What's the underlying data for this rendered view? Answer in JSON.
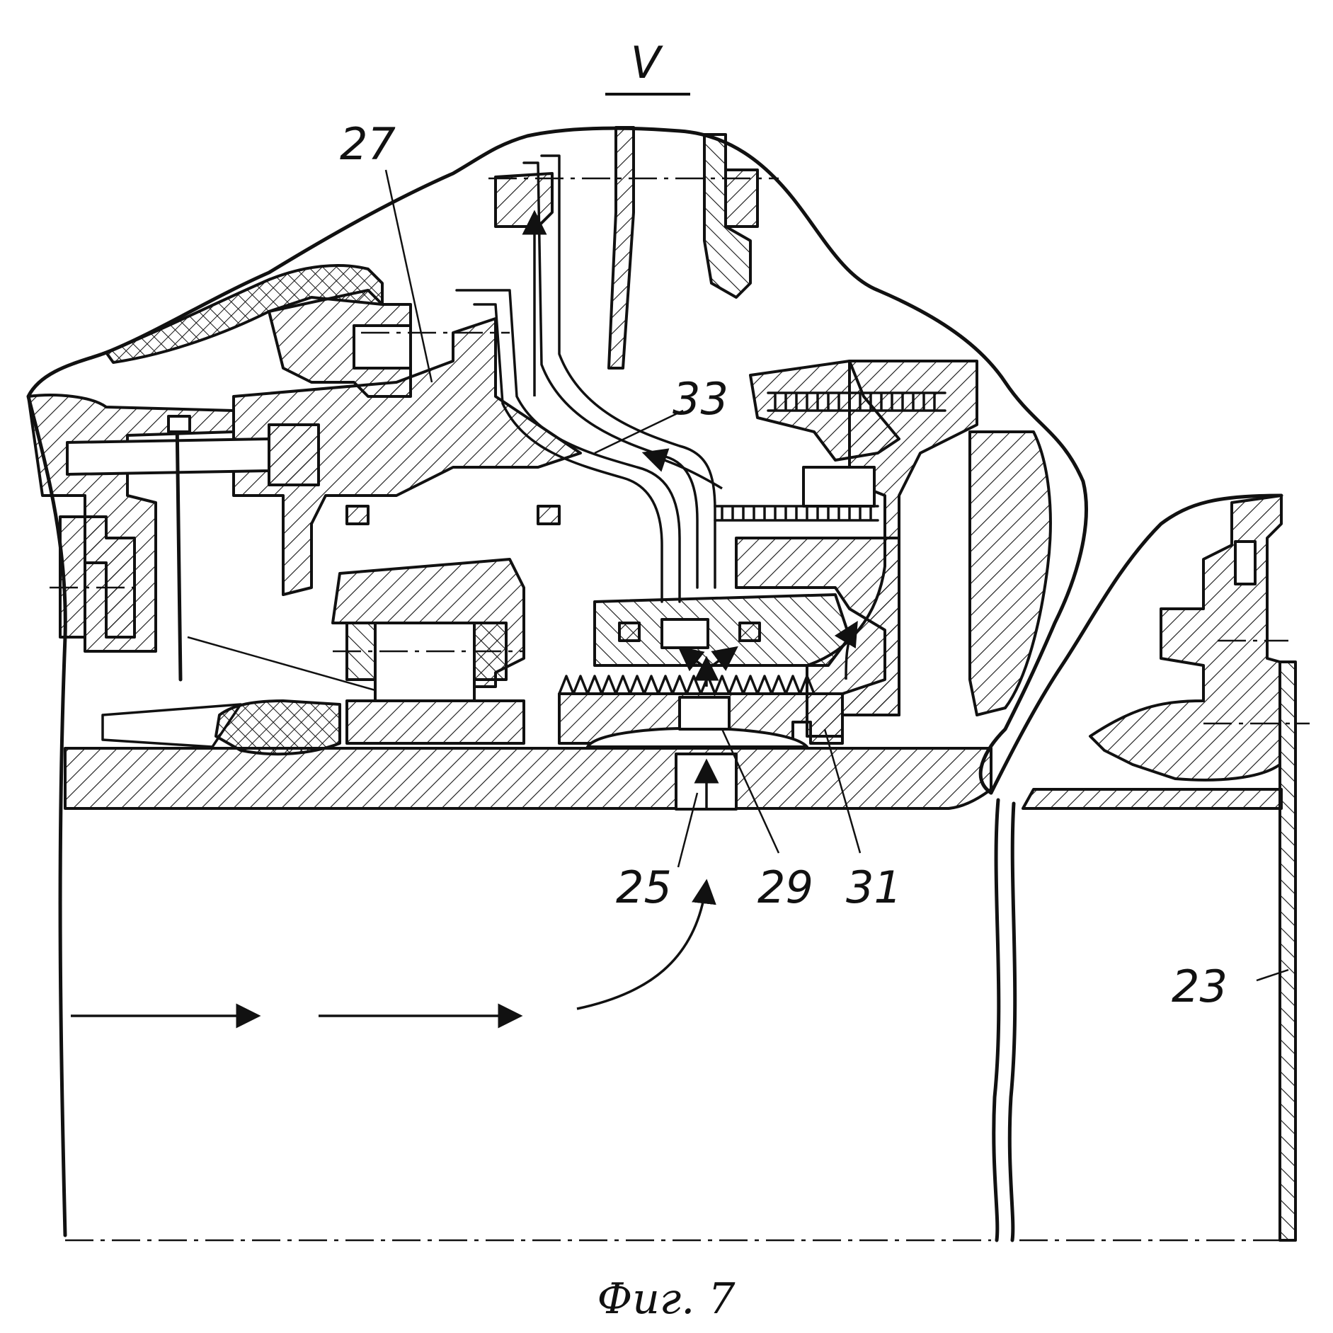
{
  "view": {
    "title": "V"
  },
  "labels": {
    "l27": "27",
    "l33": "33",
    "l25": "25",
    "l29": "29",
    "l31": "31",
    "l23": "23"
  },
  "caption": "Фиг. 7",
  "colors": {
    "ink": "#111111",
    "paper": "#ffffff"
  }
}
